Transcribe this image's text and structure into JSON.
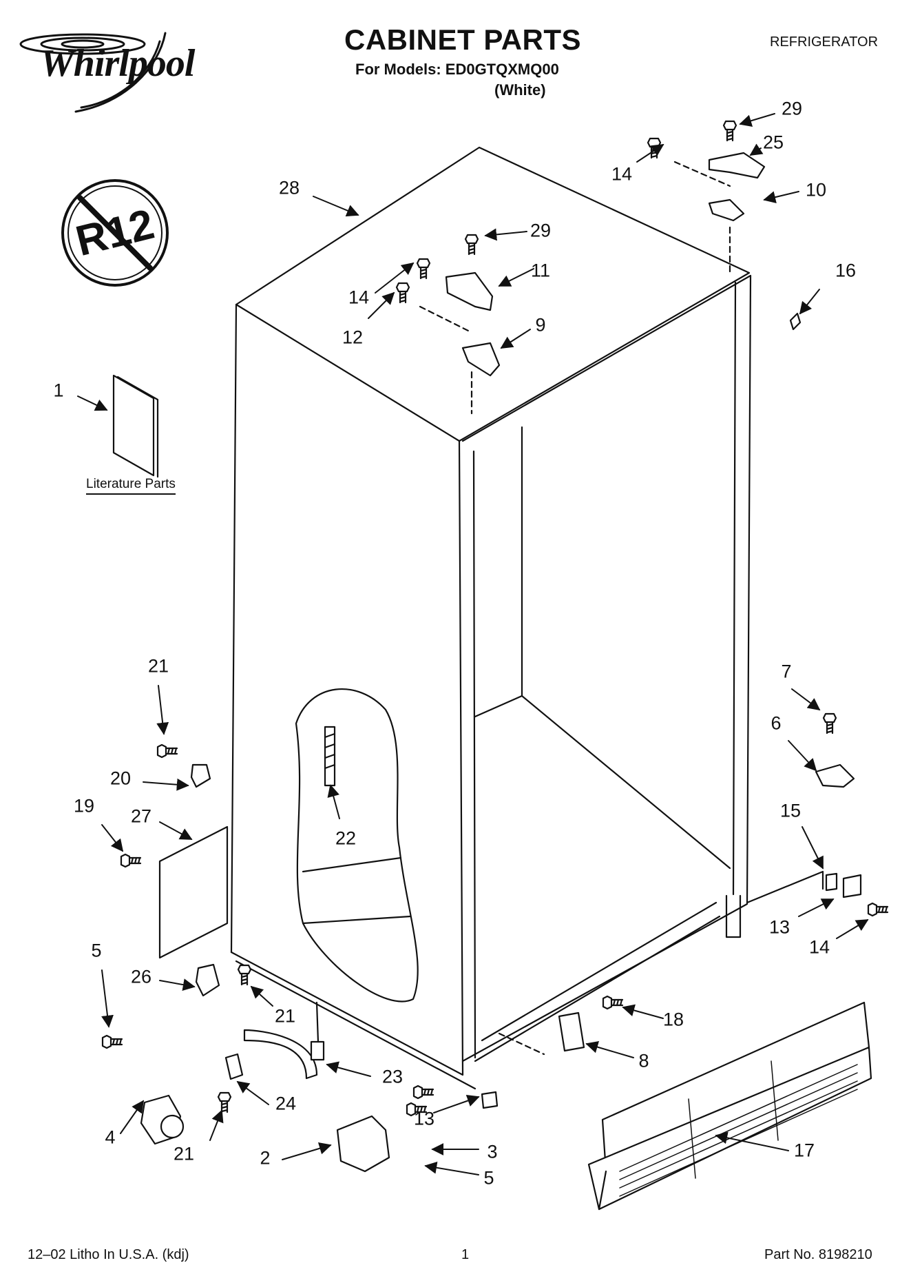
{
  "header": {
    "brand": "Whirlpool",
    "title": "CABINET PARTS",
    "subtitle": "For Models: ED0GTQXMQ00",
    "color_variant": "(White)",
    "category": "REFRIGERATOR"
  },
  "badge_icon": "no-r12-refrigerant-icon",
  "badge_text": "R12",
  "literature_label": "Literature Parts",
  "callouts": [
    {
      "id": "c29a",
      "label": "29"
    },
    {
      "id": "c25",
      "label": "25"
    },
    {
      "id": "c14a",
      "label": "14"
    },
    {
      "id": "c10",
      "label": "10"
    },
    {
      "id": "c28",
      "label": "28"
    },
    {
      "id": "c29b",
      "label": "29"
    },
    {
      "id": "c11",
      "label": "11"
    },
    {
      "id": "c14b",
      "label": "14"
    },
    {
      "id": "c16",
      "label": "16"
    },
    {
      "id": "c12",
      "label": "12"
    },
    {
      "id": "c9",
      "label": "9"
    },
    {
      "id": "c1",
      "label": "1"
    },
    {
      "id": "c21a",
      "label": "21"
    },
    {
      "id": "c7",
      "label": "7"
    },
    {
      "id": "c6",
      "label": "6"
    },
    {
      "id": "c20",
      "label": "20"
    },
    {
      "id": "c19",
      "label": "19"
    },
    {
      "id": "c27",
      "label": "27"
    },
    {
      "id": "c22",
      "label": "22"
    },
    {
      "id": "c15",
      "label": "15"
    },
    {
      "id": "c13a",
      "label": "13"
    },
    {
      "id": "c14c",
      "label": "14"
    },
    {
      "id": "c5a",
      "label": "5"
    },
    {
      "id": "c26",
      "label": "26"
    },
    {
      "id": "c21b",
      "label": "21"
    },
    {
      "id": "c18",
      "label": "18"
    },
    {
      "id": "c8",
      "label": "8"
    },
    {
      "id": "c23",
      "label": "23"
    },
    {
      "id": "c24",
      "label": "24"
    },
    {
      "id": "c13b",
      "label": "13"
    },
    {
      "id": "c4",
      "label": "4"
    },
    {
      "id": "c17",
      "label": "17"
    },
    {
      "id": "c21c",
      "label": "21"
    },
    {
      "id": "c2",
      "label": "2"
    },
    {
      "id": "c3",
      "label": "3"
    },
    {
      "id": "c5b",
      "label": "5"
    }
  ],
  "footer": {
    "litho": "12–02 Litho In U.S.A. (kdj)",
    "page": "1",
    "part_no": "Part No. 8198210"
  }
}
